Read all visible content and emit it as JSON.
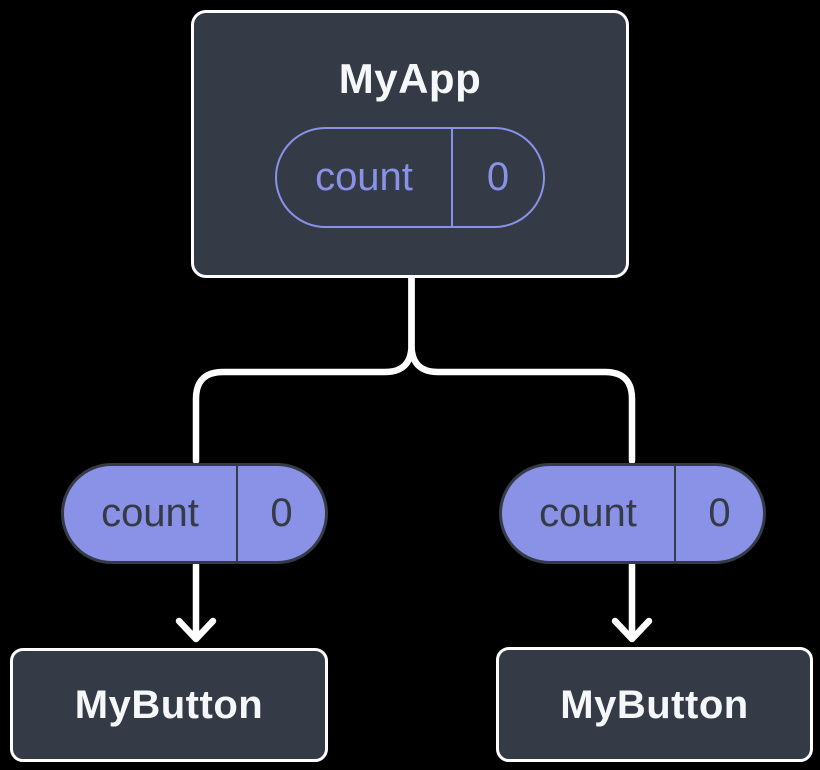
{
  "colors": {
    "bg": "#000000",
    "card": "#343A46",
    "card_border": "#FFFFFF",
    "accent_purple": "#8A92E8",
    "text_light": "#F6F7F9",
    "text_dark": "#343A46",
    "connector": "#FFFFFF"
  },
  "diagram": {
    "root": {
      "title": "MyApp",
      "state": {
        "label": "count",
        "value": "0"
      }
    },
    "children": [
      {
        "prop": {
          "label": "count",
          "value": "0"
        },
        "title": "MyButton"
      },
      {
        "prop": {
          "label": "count",
          "value": "0"
        },
        "title": "MyButton"
      }
    ]
  }
}
